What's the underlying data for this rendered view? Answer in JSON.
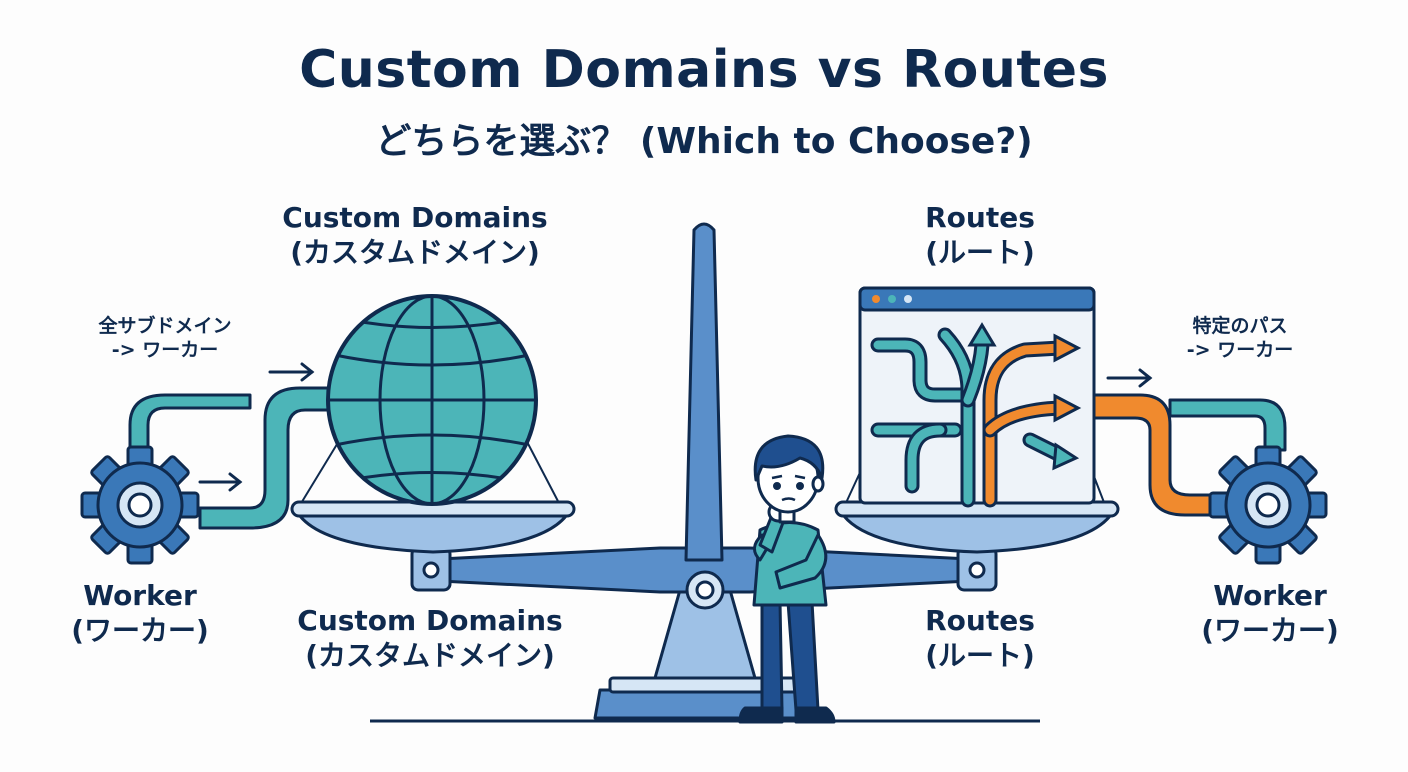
{
  "header": {
    "title": "Custom Domains vs Routes",
    "subtitle": "どちらを選ぶ？ (Which to Choose?)"
  },
  "custom_domains": {
    "top_label_en": "Custom Domains",
    "top_label_ja": "(カスタムドメイン)",
    "bottom_label_en": "Custom Domains",
    "bottom_label_ja": "(カスタムドメイン)",
    "note_line1": "全サブドメイン",
    "note_line2": "-> ワーカー"
  },
  "routes": {
    "top_label_en": "Routes",
    "top_label_ja": "(ルート)",
    "bottom_label_en": "Routes",
    "bottom_label_ja": "(ルート)",
    "note_line1": "特定のパス",
    "note_line2": "-> ワーカー"
  },
  "workers": {
    "left_en": "Worker",
    "left_ja": "(ワーカー)",
    "right_en": "Worker",
    "right_ja": "(ワーカー)"
  },
  "colors": {
    "navy": "#0f2a4e",
    "teal": "#4cb5b8",
    "blue": "#3a78b8",
    "light_blue": "#d6e6f5",
    "orange": "#f08a2e"
  },
  "icons": {
    "globe": "globe-icon",
    "browser": "browser-window-icon",
    "gear": "gear-icon",
    "person": "thinking-person",
    "scale": "balance-scale"
  }
}
